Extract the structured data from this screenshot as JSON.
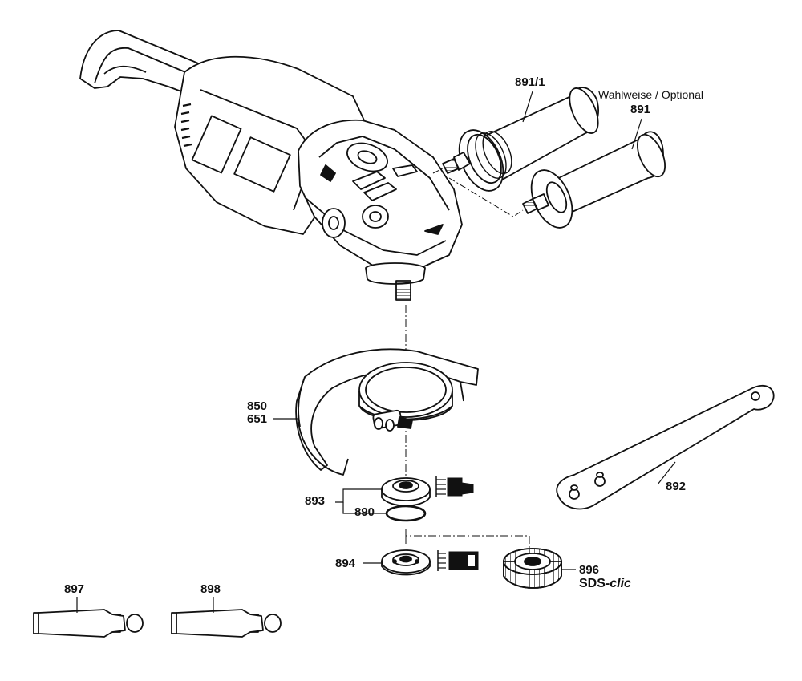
{
  "labels": {
    "p891_1": "891/1",
    "optional_note": "Wahlweise / Optional",
    "p891": "891",
    "p850": "850",
    "p651": "651",
    "p893": "893",
    "p890": "890",
    "p892": "892",
    "p894": "894",
    "p896": "896",
    "sds_prefix": "SDS-",
    "sds_suffix": "clic",
    "p897": "897",
    "p898": "898"
  },
  "colors": {
    "line": "#111111",
    "fill": "#ffffff",
    "shade": "#d9d9d9",
    "dark": "#1a1a1a"
  }
}
